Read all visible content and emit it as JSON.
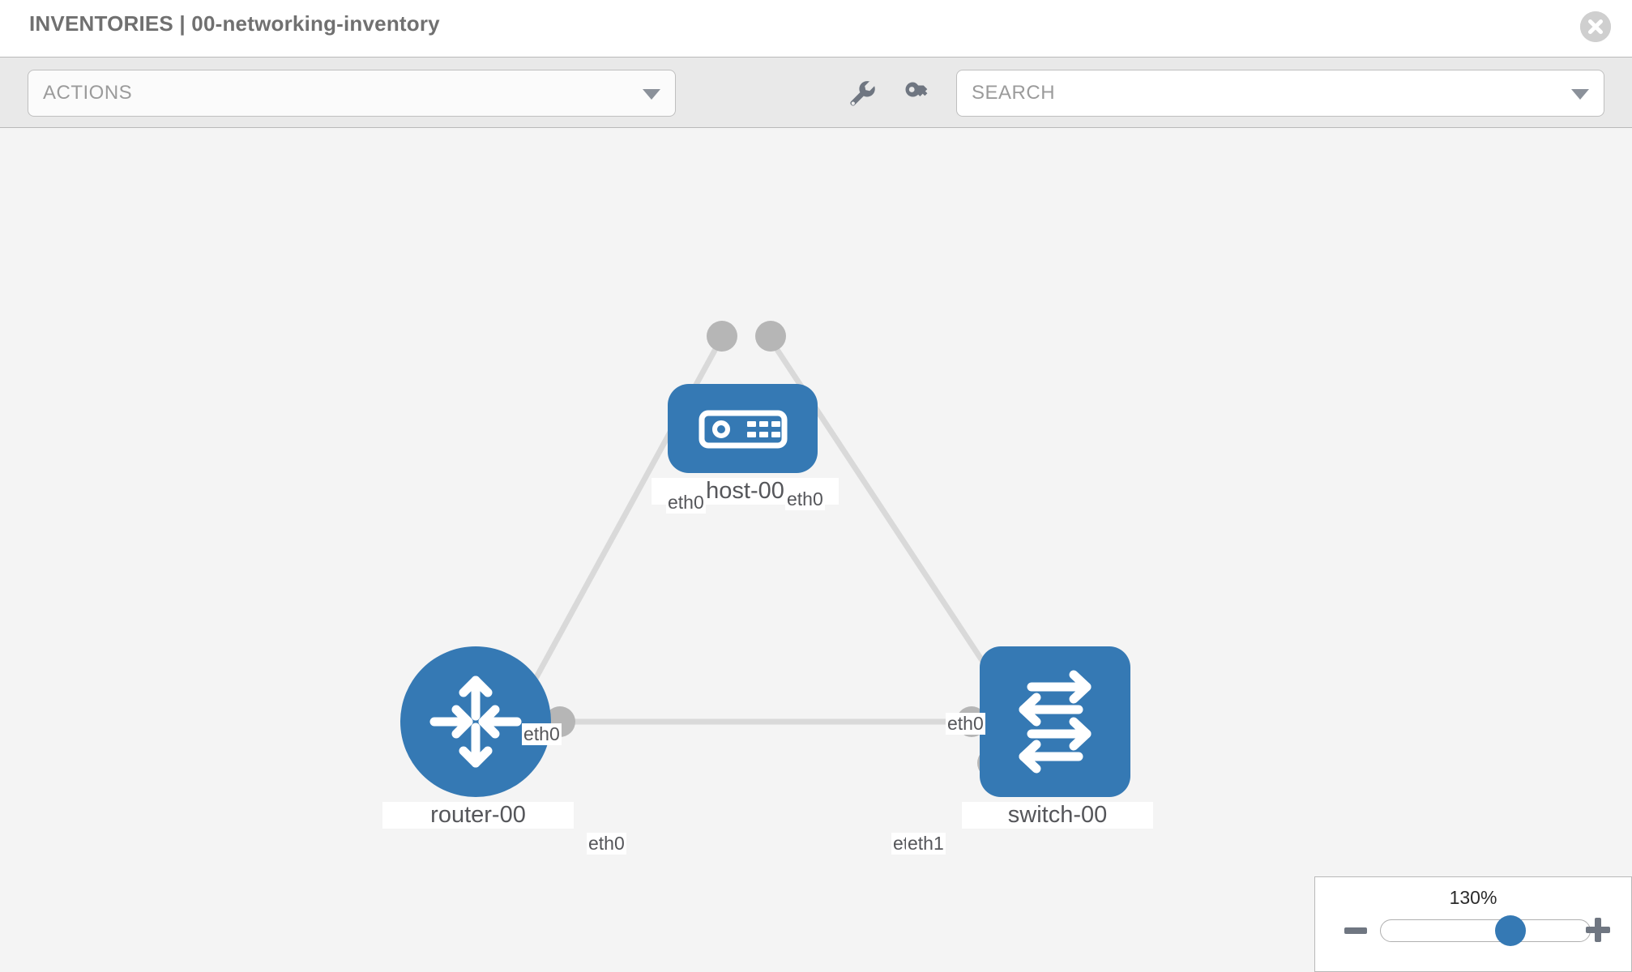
{
  "header": {
    "title": "INVENTORIES | 00-networking-inventory",
    "close_icon": "close-circle-icon"
  },
  "toolbar": {
    "actions_label": "ACTIONS",
    "actions_caret": "chevron-down-icon",
    "wrench_icon": "wrench-icon",
    "key_icon": "key-icon",
    "search_placeholder": "SEARCH",
    "search_caret": "chevron-down-icon"
  },
  "topology": {
    "nodes": [
      {
        "id": "host-00",
        "label": "host-00",
        "type": "host",
        "icon": "server-icon",
        "color": "#3579b4"
      },
      {
        "id": "router-00",
        "label": "router-00",
        "type": "router",
        "icon": "router-icon",
        "color": "#3579b4"
      },
      {
        "id": "switch-00",
        "label": "switch-00",
        "type": "switch",
        "icon": "switch-icon",
        "color": "#3579b4"
      }
    ],
    "edges": [
      {
        "source": "host-00",
        "target": "router-00",
        "source_iface": "eth0",
        "target_iface": "eth0"
      },
      {
        "source": "host-00",
        "target": "switch-00",
        "source_iface": "eth0",
        "target_iface": "eth0"
      },
      {
        "source": "router-00",
        "target": "switch-00",
        "source_iface": "eth0",
        "target_iface": "eth1"
      }
    ],
    "iface_labels": {
      "host_left": "eth0",
      "host_right": "eth0",
      "router_up": "eth0",
      "switch_up": "eth0",
      "router_right": "eth0",
      "switch_left_under": "eth",
      "switch_left": "eth1"
    }
  },
  "zoom": {
    "value": "130%",
    "minus_label": "zoom-out",
    "plus_label": "zoom-in",
    "slider_position_pct": 62
  }
}
